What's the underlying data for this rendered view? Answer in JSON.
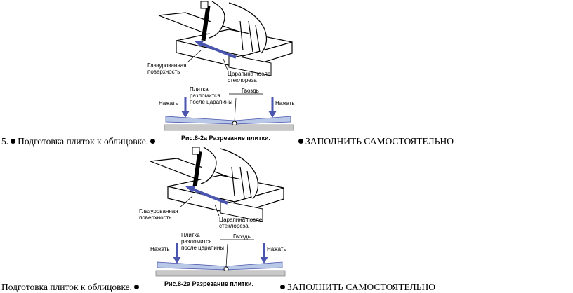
{
  "line1": {
    "number": "5.",
    "heading": "Подготовка плиток к облицовке.",
    "fill_in": "ЗАПОЛНИТЬ САМОСТОЯТЕЛЬНО"
  },
  "line2": {
    "heading": "Подготовка плиток к облицовке.",
    "fill_in": "ЗАПОЛНИТЬ САМОСТОЯТЕЛЬНО"
  },
  "figure": {
    "label_glazed_1": "Глазурованная",
    "label_glazed_2": "поверхность",
    "label_scratch_1": "Царапина после",
    "label_scratch_2": "стеклореза",
    "label_tile_1": "Плитка",
    "label_tile_2": "разломится",
    "label_tile_3": "после царапины",
    "label_nail": "Гвоздь",
    "label_press": "Нажать",
    "caption": "Рис.8-2а  Разрезание плитки."
  },
  "colors": {
    "tile_blue": "#b9c8e6",
    "arrow_blue": "#4a55b0",
    "base_gray": "#c8c8c8"
  }
}
